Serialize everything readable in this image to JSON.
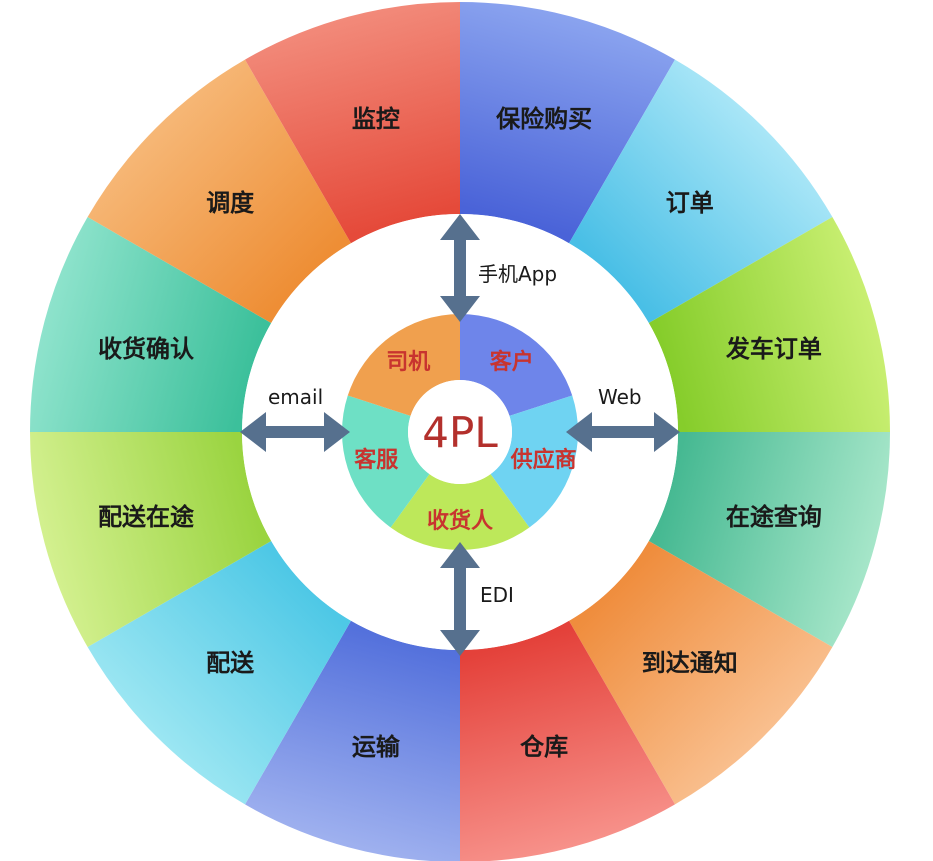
{
  "center": {
    "label": "4PL"
  },
  "outer_ring": [
    {
      "label": "保险购买",
      "color_a": "#8aa3ef",
      "color_b": "#4a63d8"
    },
    {
      "label": "订单",
      "color_a": "#a9e6f7",
      "color_b": "#49bfe6"
    },
    {
      "label": "发车订单",
      "color_a": "#c9ef72",
      "color_b": "#86cd2b"
    },
    {
      "label": "在途查询",
      "color_a": "#a6e6c9",
      "color_b": "#46b992"
    },
    {
      "label": "到达通知",
      "color_a": "#f9bf8e",
      "color_b": "#ef8d3d"
    },
    {
      "label": "仓库",
      "color_a": "#f7918a",
      "color_b": "#e4413a"
    },
    {
      "label": "运输",
      "color_a": "#9fb1ef",
      "color_b": "#5471dc"
    },
    {
      "label": "配送",
      "color_a": "#9be6f2",
      "color_b": "#4ec8e6"
    },
    {
      "label": "配送在途",
      "color_a": "#d3f08f",
      "color_b": "#9ad440"
    },
    {
      "label": "收货确认",
      "color_a": "#8ee3cc",
      "color_b": "#3cc09b"
    },
    {
      "label": "调度",
      "color_a": "#f6b776",
      "color_b": "#ee8e35"
    },
    {
      "label": "监控",
      "color_a": "#f28a7a",
      "color_b": "#e54a3a"
    }
  ],
  "inner_ring": [
    {
      "label": "客户",
      "color": "#6e85ea"
    },
    {
      "label": "供应商",
      "color": "#6fd3f2"
    },
    {
      "label": "收货人",
      "color": "#bde85a"
    },
    {
      "label": "客服",
      "color": "#6ee0c5"
    },
    {
      "label": "司机",
      "color": "#f0a04e"
    }
  ],
  "channels": {
    "top": "手机App",
    "right": "Web",
    "bottom": "EDI",
    "left": "email"
  },
  "colors": {
    "arrow": "#56708e",
    "inner_text": "#c8342f",
    "center_text": "#b3302c"
  }
}
